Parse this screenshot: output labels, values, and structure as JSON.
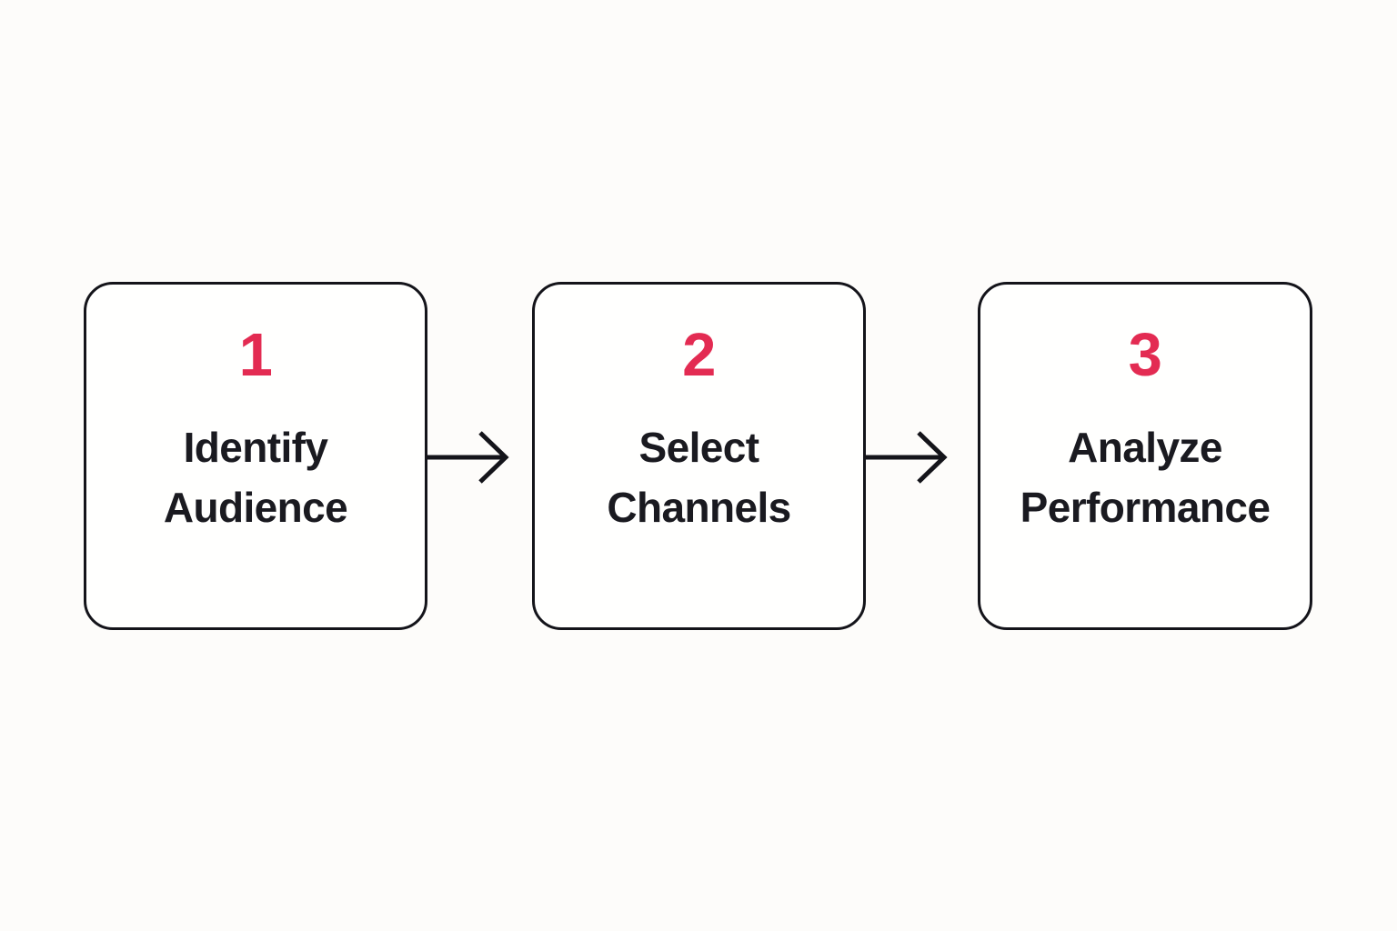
{
  "diagram": {
    "type": "horizontal-process-flow",
    "background_color": "#fdfcfa",
    "accent_color": "#e32b52",
    "text_color": "#1a1a20",
    "border_color": "#14141a",
    "steps": [
      {
        "number": "1",
        "label": "Identify\nAudience"
      },
      {
        "number": "2",
        "label": "Select\nChannels"
      },
      {
        "number": "3",
        "label": "Analyze\nPerformance"
      }
    ],
    "connectors": [
      {
        "from": "1",
        "to": "2",
        "kind": "arrow-right"
      },
      {
        "from": "2",
        "to": "3",
        "kind": "arrow-right"
      }
    ]
  }
}
